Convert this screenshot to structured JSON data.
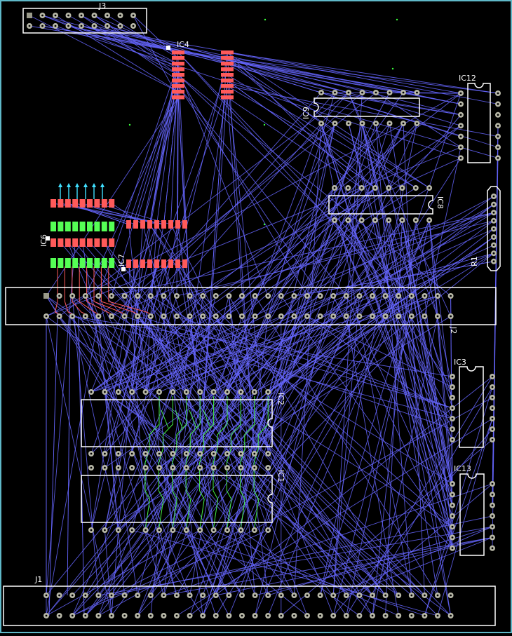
{
  "colors": {
    "background": "#000000",
    "border": "#5fb8c8",
    "outline": "#ffffff",
    "pad_fill": "#b8b8a8",
    "pad_square": "#9a9a8a",
    "ratsnest": "#6666ff",
    "trace_red": "#ff5a5a",
    "trace_green": "#44ee44",
    "smd_red": "#ff5a5a",
    "smd_green": "#55ff55",
    "cyan_arrow": "#40e0ff",
    "via_dot": "#3aff3a"
  },
  "labels": {
    "j3": "J3",
    "ic4": "IC4",
    "ic12": "IC12",
    "ic9": "IC9",
    "ic8": "IC8",
    "ic6": "IC6",
    "ic7": "IC7",
    "r1": "R1",
    "j2": "J2",
    "ic3": "IC3",
    "ic2": "IC2",
    "ic1": "IC1",
    "ic13": "IC13",
    "j1": "J1"
  }
}
